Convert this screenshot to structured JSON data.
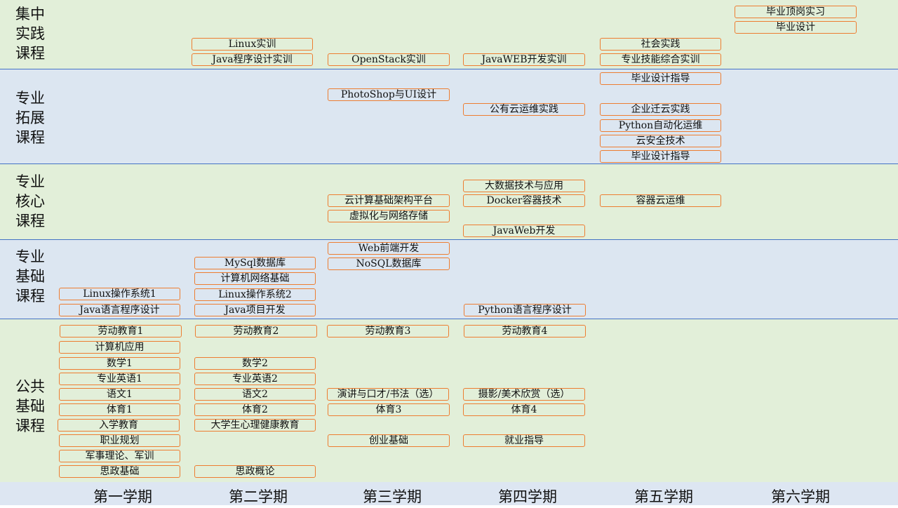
{
  "categories": {
    "practice": "集中\n实践\n课程",
    "extension": "专业\n拓展\n课程",
    "core": "专业\n核心\n课程",
    "foundation": "专业\n基础\n课程",
    "public": "公共\n基础\n课程"
  },
  "semesters": [
    "第一学期",
    "第二学期",
    "第三学期",
    "第四学期",
    "第五学期",
    "第六学期"
  ],
  "courses": {
    "practice": {
      "s2": [
        "Linux实训",
        "Java程序设计实训"
      ],
      "s3": [
        "OpenStack实训"
      ],
      "s4": [
        "JavaWEB开发实训"
      ],
      "s5": [
        "社会实践",
        "专业技能综合实训"
      ],
      "s6": [
        "毕业顶岗实习",
        "毕业设计"
      ]
    },
    "extension": {
      "s3": [
        "PhotoShop与UI设计"
      ],
      "s4": [
        "公有云运维实践"
      ],
      "s5": [
        "毕业设计指导",
        "企业迁云实践",
        "Python自动化运维",
        "云安全技术",
        "毕业设计指导"
      ]
    },
    "core": {
      "s3": [
        "云计算基础架构平台",
        "虚拟化与网络存储"
      ],
      "s4": [
        "大数据技术与应用",
        "Docker容器技术",
        "JavaWeb开发"
      ],
      "s5": [
        "容器云运维"
      ]
    },
    "foundation": {
      "s1": [
        "Linux操作系统1",
        "Java语言程序设计"
      ],
      "s2": [
        "MySql数据库",
        "计算机网络基础",
        "Linux操作系统2",
        "Java项目开发"
      ],
      "s3": [
        "Web前端开发",
        "NoSQL数据库"
      ],
      "s4": [
        "Python语言程序设计"
      ]
    },
    "public": {
      "s1": [
        "劳动教育1",
        "计算机应用",
        "数学1",
        "专业英语1",
        "语文1",
        "体育1",
        "入学教育",
        "职业规划",
        "军事理论、军训",
        "思政基础"
      ],
      "s2": [
        "劳动教育2",
        "数学2",
        "专业英语2",
        "语文2",
        "体育2",
        "大学生心理健康教育",
        "思政概论"
      ],
      "s3": [
        "劳动教育3",
        "演讲与口才/书法（选）",
        "体育3",
        "创业基础"
      ],
      "s4": [
        "劳动教育4",
        "摄影/美术欣赏（选）",
        "体育4",
        "就业指导"
      ]
    }
  }
}
